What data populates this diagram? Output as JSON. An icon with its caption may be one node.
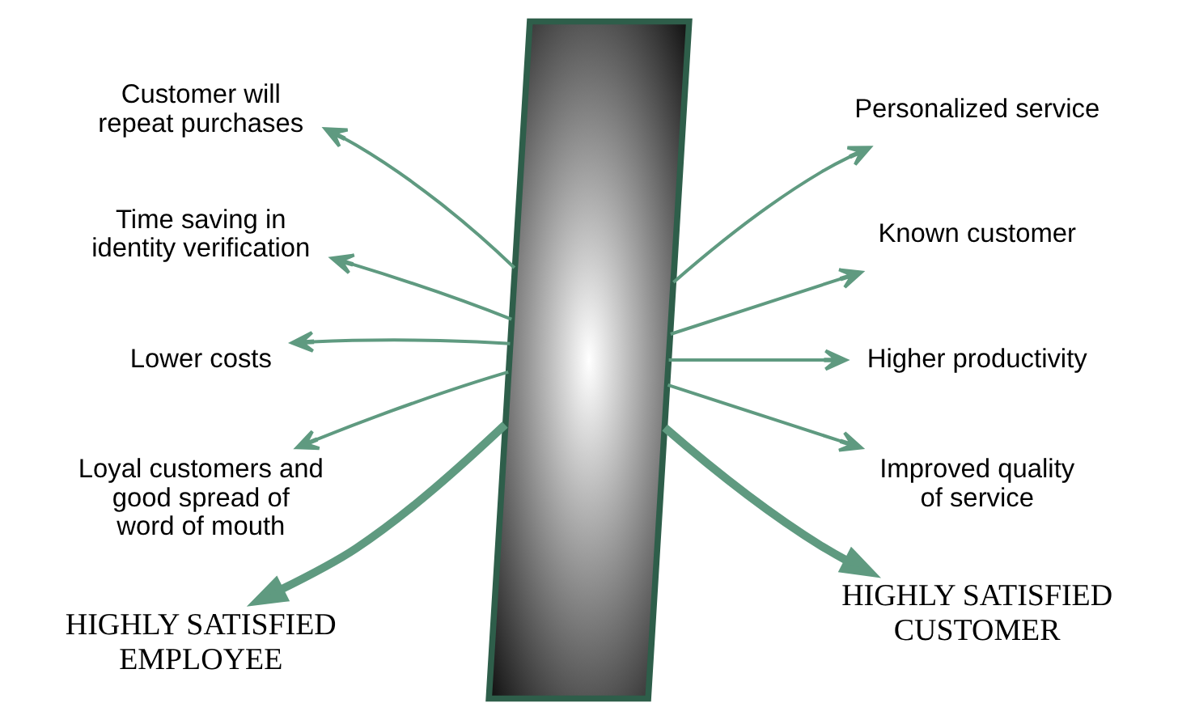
{
  "diagram": {
    "nodes": [
      {
        "text": [],
        "shape": "parallelogram"
      },
      {
        "text": [
          "Customer will repeat purchases"
        ]
      },
      {
        "text": [
          "Time saving in identity verification"
        ]
      },
      {
        "text": [
          "Lower costs"
        ]
      },
      {
        "text": [
          "Loyal customers and good spread of word of mouth"
        ]
      },
      {
        "text": [
          "HIGHLY SATISFIED EMPLOYEE"
        ]
      },
      {
        "text": [
          "Personalized service"
        ]
      },
      {
        "text": [
          "Known customer"
        ]
      },
      {
        "text": [
          "Higher productivity"
        ]
      },
      {
        "text": [
          "Improved quality of service"
        ]
      },
      {
        "text": [
          "HIGHLY SATISFIED CUSTOMER"
        ]
      }
    ],
    "edges": [
      {
        "from": 0,
        "to": 1,
        "arrow": "to"
      },
      {
        "from": 0,
        "to": 2,
        "arrow": "to"
      },
      {
        "from": 0,
        "to": 3,
        "arrow": "to"
      },
      {
        "from": 0,
        "to": 4,
        "arrow": "to"
      },
      {
        "from": 0,
        "to": 5,
        "arrow": "to",
        "style": "thick"
      },
      {
        "from": 0,
        "to": 6,
        "arrow": "to"
      },
      {
        "from": 0,
        "to": 7,
        "arrow": "to"
      },
      {
        "from": 0,
        "to": 8,
        "arrow": "to"
      },
      {
        "from": 0,
        "to": 9,
        "arrow": "to"
      },
      {
        "from": 0,
        "to": 10,
        "arrow": "to",
        "style": "thick"
      }
    ]
  }
}
